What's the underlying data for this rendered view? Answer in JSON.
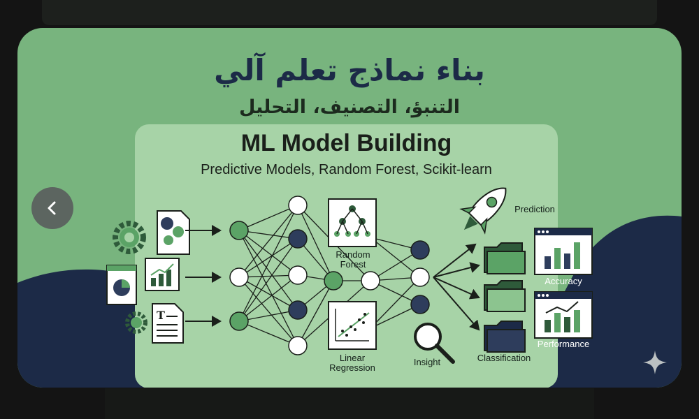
{
  "slide": {
    "title_ar": "بناء نماذج تعلم آلي",
    "subtitle_ar": "التنبؤ، التصنيف، التحليل",
    "panel_title": "ML Model Building",
    "panel_subtitle": "Predictive Models, Random Forest, Scikit-learn"
  },
  "diagram_labels": {
    "random_forest": "Random Forest",
    "linear_regression": "Linear Regression",
    "prediction": "Prediction",
    "insight": "Insight",
    "classification": "Classification",
    "accuracy": "Accuracy",
    "performance": "Performance"
  },
  "navigation": {
    "prev_icon": "chevron-left-icon",
    "corner_icon": "sparkle-icon"
  },
  "colors": {
    "card_green": "#78b47e",
    "panel_green": "#a7d3a7",
    "navy": "#1c2a47",
    "node_green": "#5ba366",
    "node_navy": "#2e3d5c"
  }
}
